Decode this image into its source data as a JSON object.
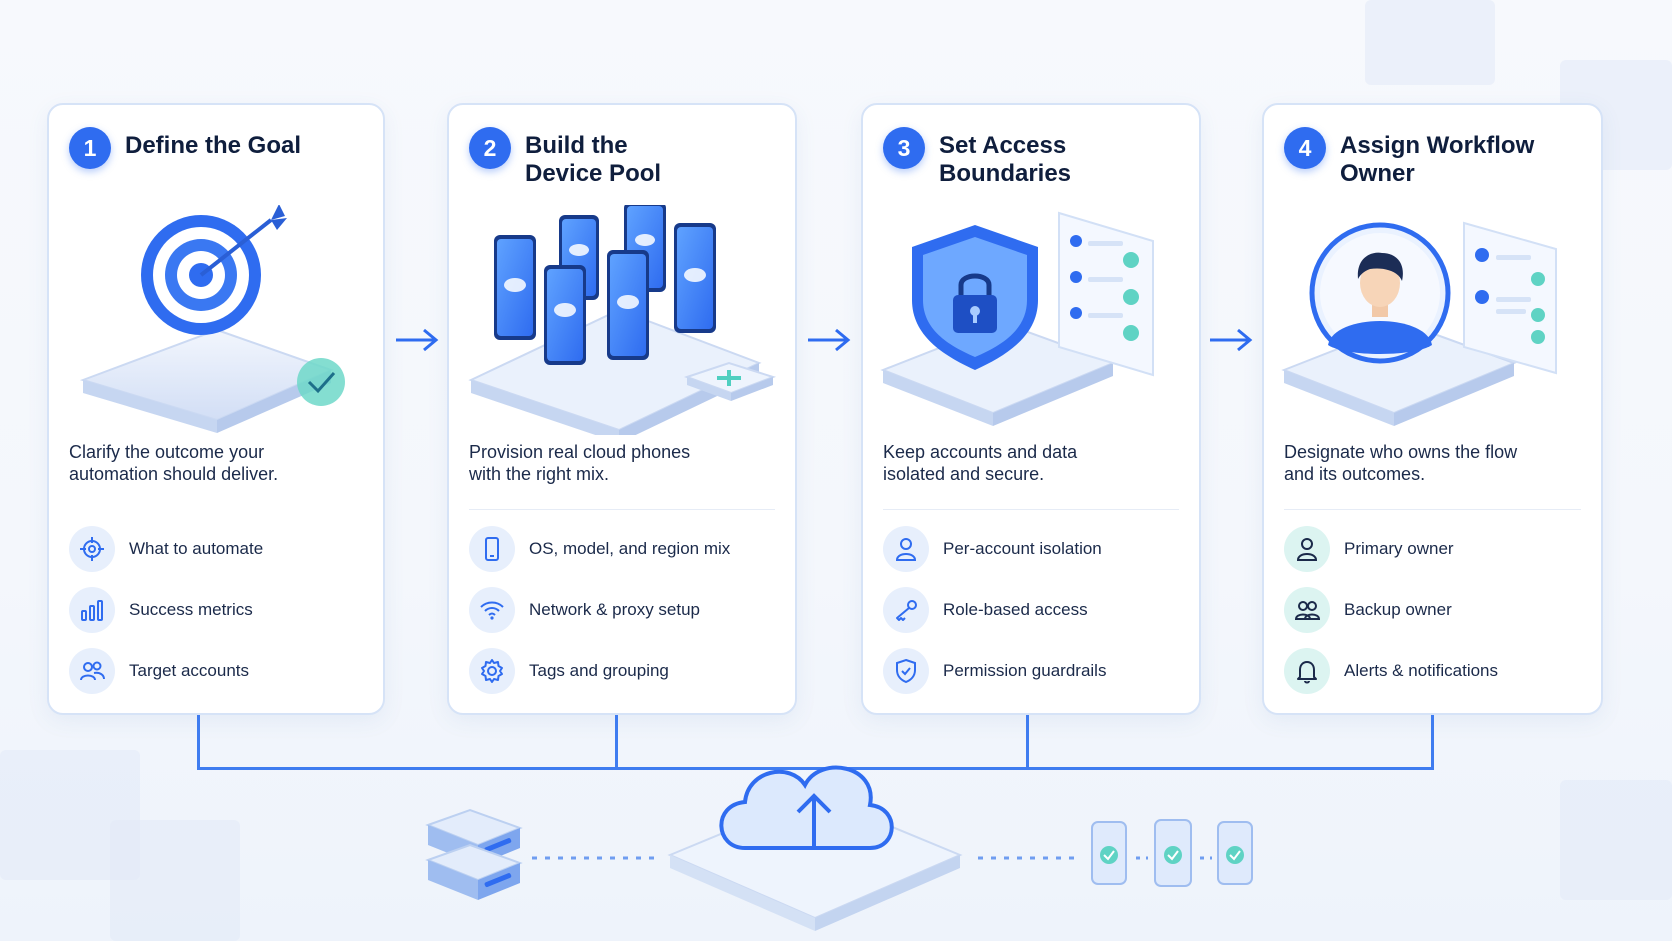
{
  "steps": [
    {
      "number": "1",
      "title": "Define the Goal",
      "description": "Clarify the outcome your automation should deliver.",
      "items": [
        {
          "label": "What to automate",
          "icon": "crosshair-icon"
        },
        {
          "label": "Success metrics",
          "icon": "bar-chart-icon"
        },
        {
          "label": "Target accounts",
          "icon": "users-icon"
        }
      ]
    },
    {
      "number": "2",
      "title": "Build the Device Pool",
      "description": "Provision real cloud phones with the right mix.",
      "items": [
        {
          "label": "OS, model, and region mix",
          "icon": "smartphone-icon"
        },
        {
          "label": "Network & proxy setup",
          "icon": "wifi-icon"
        },
        {
          "label": "Tags and grouping",
          "icon": "gear-icon"
        }
      ]
    },
    {
      "number": "3",
      "title": "Set Access Boundaries",
      "description": "Keep accounts and data isolated and secure.",
      "items": [
        {
          "label": "Per-account isolation",
          "icon": "user-icon"
        },
        {
          "label": "Role-based access",
          "icon": "key-icon"
        },
        {
          "label": "Permission guardrails",
          "icon": "shield-icon"
        }
      ]
    },
    {
      "number": "4",
      "title": "Assign Workflow Owner",
      "description": "Designate who owns the flow and its outcomes.",
      "items": [
        {
          "label": "Primary owner",
          "icon": "user-icon"
        },
        {
          "label": "Backup owner",
          "icon": "users-icon"
        },
        {
          "label": "Alerts & notifications",
          "icon": "bell-icon"
        }
      ]
    }
  ],
  "colors": {
    "accent": "#2f6cf0",
    "card_border": "#d6e3f7",
    "teal": "#5fd3c4",
    "text": "#0f1e3d"
  }
}
